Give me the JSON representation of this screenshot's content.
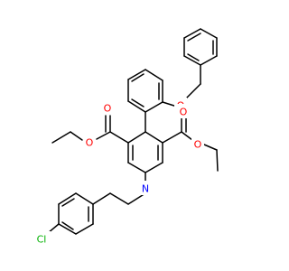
{
  "molecule": {
    "atom_labels": {
      "oxygen": "O",
      "nitrogen": "N",
      "chlorine": "Cl"
    },
    "colors": {
      "bond": "#000000",
      "oxygen": "#ff0000",
      "nitrogen": "#0000ff",
      "chlorine": "#00b000",
      "background": "#ffffff"
    }
  }
}
